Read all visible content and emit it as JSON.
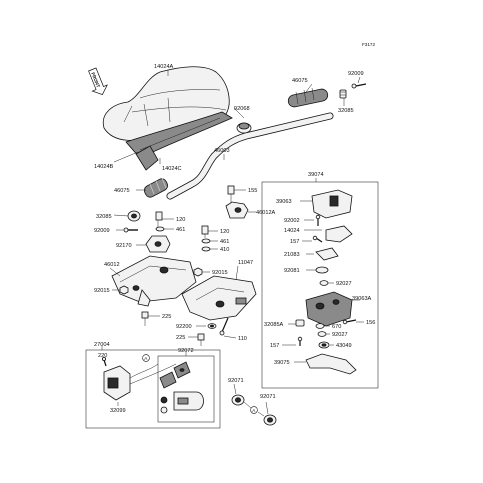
{
  "figure_code": "F3172",
  "front_marker": "FRONT",
  "circle_marker": "A",
  "labels": {
    "p14024A": "14024A",
    "p14024B": "14024B",
    "p14024C": "14024C",
    "p92068": "92068",
    "p46075_top": "46075",
    "p92009_top": "92009",
    "p32085_top": "32085",
    "p46003": "46003",
    "p155": "155",
    "p46012A": "46012A",
    "p46075_left": "46075",
    "p32085_left": "32085",
    "p92009_left": "92009",
    "p120_a": "120",
    "p461_a": "461",
    "p92170": "92170",
    "p120_b": "120",
    "p461_b": "461",
    "p410": "410",
    "p46012": "46012",
    "p92015_a": "92015",
    "p11047": "11047",
    "p92015_b": "92015",
    "p225_a": "225",
    "p92200": "92200",
    "p225_b": "225",
    "p110": "110",
    "p39074": "39074",
    "p39063": "39063",
    "p92002": "92002",
    "p14024": "14024",
    "p157_a": "157",
    "p21083": "21083",
    "p92081": "92081",
    "p92027_a": "92027",
    "p39063A": "39063A",
    "p32085A": "32085A",
    "p670": "670",
    "p156": "156",
    "p92027_b": "92027",
    "p157_b": "157",
    "p43049": "43049",
    "p39075": "39075",
    "p27004": "27004",
    "p220": "220",
    "p92072": "92072",
    "p32099": "32099",
    "p92071_a": "92071",
    "p92071_b": "92071"
  }
}
